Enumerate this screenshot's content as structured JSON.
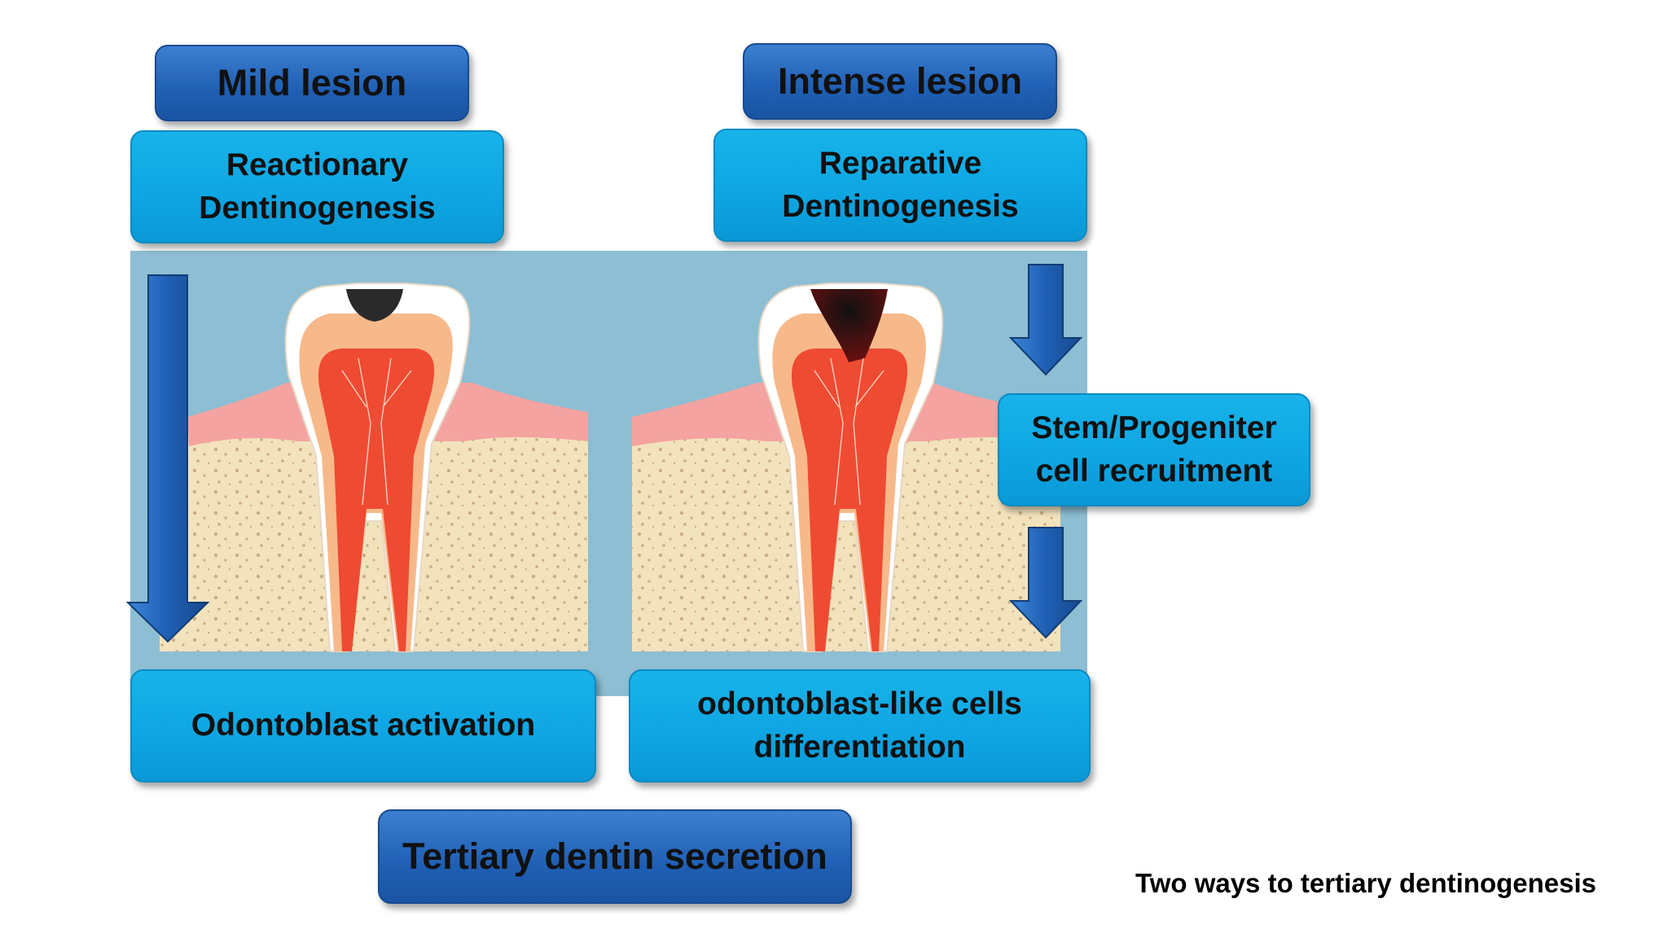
{
  "lesions": {
    "mild": "Mild lesion",
    "intense": "Intense lesion"
  },
  "pathways": {
    "reactionary": "Reactionary\nDentinogenesis",
    "reparative": "Reparative\nDentinogenesis"
  },
  "steps": {
    "stem_recruitment": "Stem/Progeniter\ncell recruitment",
    "odontoblast_activation": "Odontoblast activation",
    "odontoblast_like_differentiation": "odontoblast-like cells\ndifferentiation"
  },
  "outcome": "Tertiary dentin secretion",
  "caption": "Two ways to tertiary dentinogenesis",
  "colors": {
    "dark_box": "#1f5fb4",
    "light_box": "#0ea5e2",
    "panel": "#8dbed3",
    "bone": "#f3e3bd",
    "gum": "#f4a3a0",
    "enamel": "#ffffff",
    "dentin": "#f7b98a",
    "pulp": "#ee4b32",
    "caries": "#2a2a2a",
    "arrow": "#1f5fb4"
  }
}
